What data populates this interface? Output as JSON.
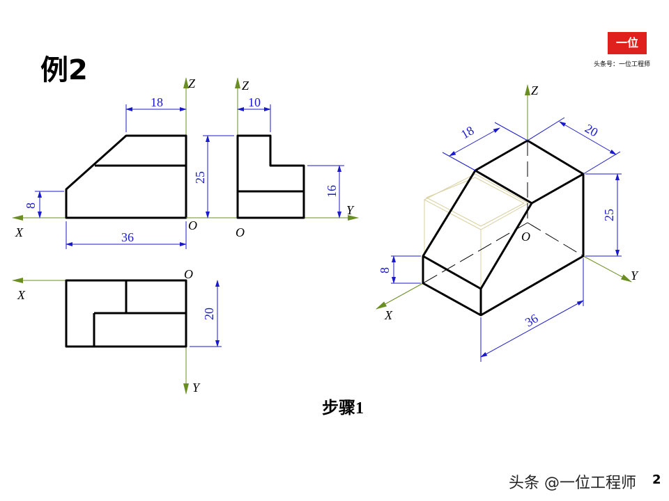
{
  "title": "例2",
  "step_label": "步骤1",
  "logo": {
    "mark": "一位",
    "subtitle": "头条号：一位工程师",
    "color": "#e0201c"
  },
  "footer": {
    "text": "头条 @一位工程师",
    "page_number": "2"
  },
  "watermark": "一位工程师",
  "axes": {
    "x": "X",
    "y": "Y",
    "z": "Z",
    "origin": "O"
  },
  "front_view": {
    "dims": {
      "top_width": "18",
      "base_width": "36",
      "left_height": "8"
    }
  },
  "side_view": {
    "dims": {
      "top_width": "10",
      "height": "25",
      "step_height": "16"
    }
  },
  "top_view": {
    "dims": {
      "depth": "20"
    }
  },
  "iso_view": {
    "dims": {
      "top_x": "18",
      "top_y": "20",
      "height": "25",
      "left_height": "8",
      "length": "36"
    }
  },
  "colors": {
    "dimension": "#1a1acc",
    "axis": "#6b8e23",
    "outline": "#000000"
  }
}
